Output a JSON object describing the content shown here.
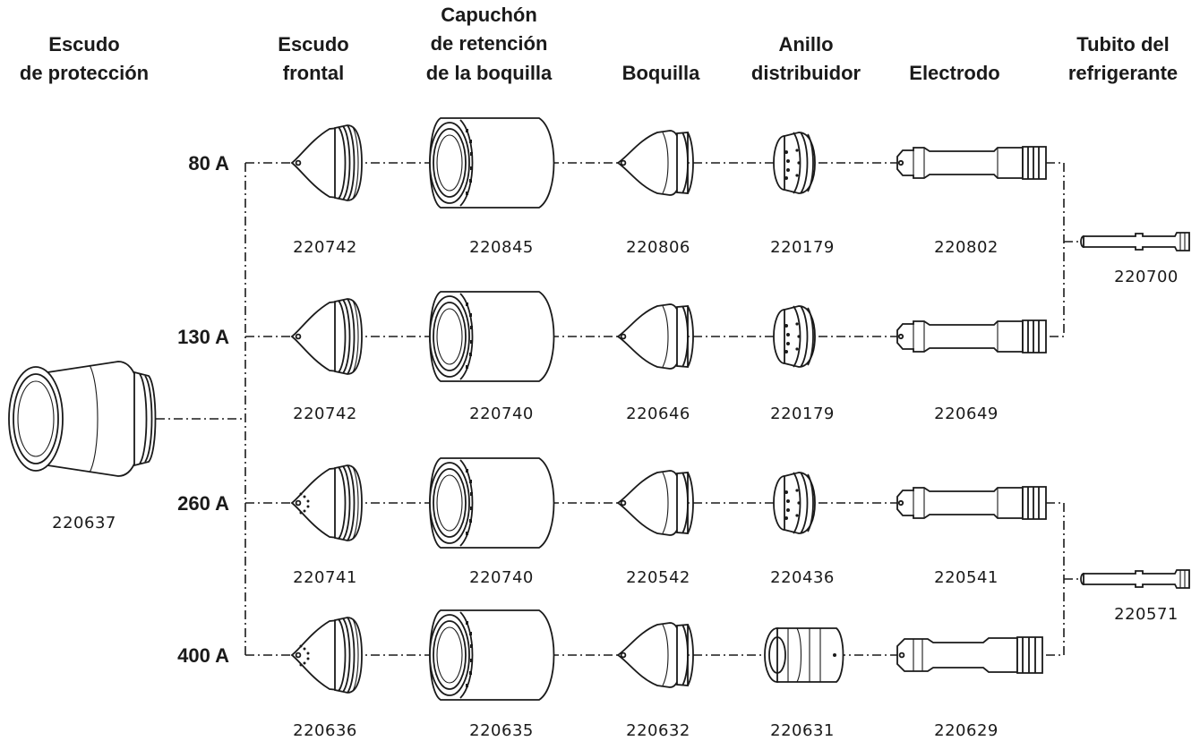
{
  "headers": {
    "shield": [
      "Escudo",
      "de protección"
    ],
    "front_shield": [
      "Escudo",
      "frontal"
    ],
    "retaining_cap": [
      "Capuchón",
      "de retención",
      "de la boquilla"
    ],
    "nozzle": [
      "Boquilla"
    ],
    "swirl_ring": [
      "Anillo",
      "distribuidor"
    ],
    "electrode": [
      "Electrodo"
    ],
    "coolant_tube": [
      "Tubito del",
      "refrigerante"
    ]
  },
  "shield_part": "220637",
  "rows": [
    {
      "amps": "80 A",
      "front_shield": "220742",
      "retaining_cap": "220845",
      "nozzle": "220806",
      "swirl_ring": "220179",
      "electrode": "220802"
    },
    {
      "amps": "130 A",
      "front_shield": "220742",
      "retaining_cap": "220740",
      "nozzle": "220646",
      "swirl_ring": "220179",
      "electrode": "220649"
    },
    {
      "amps": "260 A",
      "front_shield": "220741",
      "retaining_cap": "220740",
      "nozzle": "220542",
      "swirl_ring": "220436",
      "electrode": "220541"
    },
    {
      "amps": "400 A",
      "front_shield": "220636",
      "retaining_cap": "220635",
      "nozzle": "220632",
      "swirl_ring": "220631",
      "electrode": "220629"
    }
  ],
  "coolant_tubes": [
    "220700",
    "220571"
  ],
  "colors": {
    "ink": "#1a1a1a",
    "background": "#ffffff"
  }
}
